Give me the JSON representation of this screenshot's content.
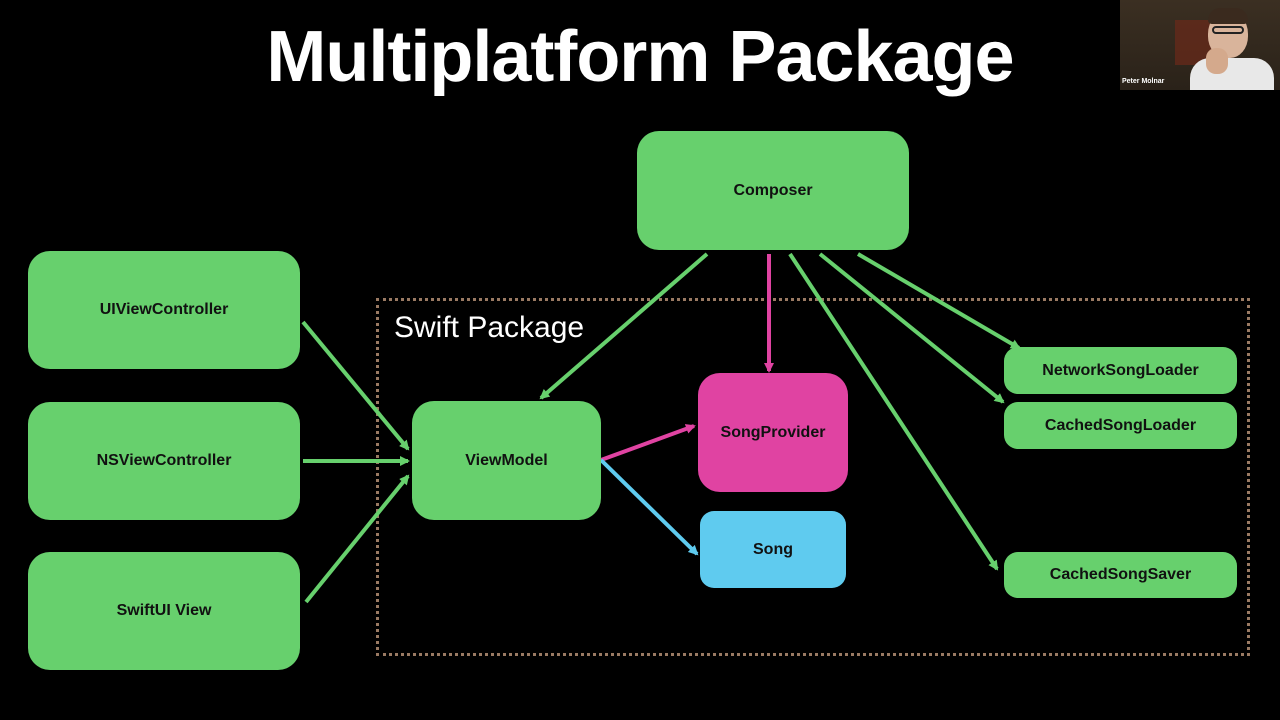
{
  "title": "Multiplatform Package",
  "package_label": "Swift Package",
  "nodes": {
    "composer": "Composer",
    "uiviewcontroller": "UIViewController",
    "nsviewcontroller": "NSViewController",
    "swiftui_view": "SwiftUI View",
    "viewmodel": "ViewModel",
    "songprovider": "SongProvider",
    "song": "Song",
    "networksongloader": "NetworkSongLoader",
    "cachedsongloader": "CachedSongLoader",
    "cachedsongsaver": "CachedSongSaver"
  },
  "edges": [
    {
      "from": "UIViewController",
      "to": "ViewModel",
      "color": "#67d06d"
    },
    {
      "from": "NSViewController",
      "to": "ViewModel",
      "color": "#67d06d"
    },
    {
      "from": "SwiftUI View",
      "to": "ViewModel",
      "color": "#67d06d"
    },
    {
      "from": "Composer",
      "to": "ViewModel",
      "color": "#67d06d"
    },
    {
      "from": "Composer",
      "to": "SongProvider",
      "color": "#e043a2"
    },
    {
      "from": "Composer",
      "to": "NetworkSongLoader",
      "color": "#67d06d"
    },
    {
      "from": "Composer",
      "to": "CachedSongLoader",
      "color": "#67d06d"
    },
    {
      "from": "Composer",
      "to": "CachedSongSaver",
      "color": "#67d06d"
    },
    {
      "from": "ViewModel",
      "to": "SongProvider",
      "color": "#e043a2"
    },
    {
      "from": "ViewModel",
      "to": "Song",
      "color": "#5fcbef"
    }
  ],
  "colors": {
    "background": "#000000",
    "module": "#67d06d",
    "protocol": "#e043a2",
    "model": "#5fcbef",
    "package_border": "#9a7a63"
  },
  "speaker": {
    "name": "Peter Molnar"
  }
}
